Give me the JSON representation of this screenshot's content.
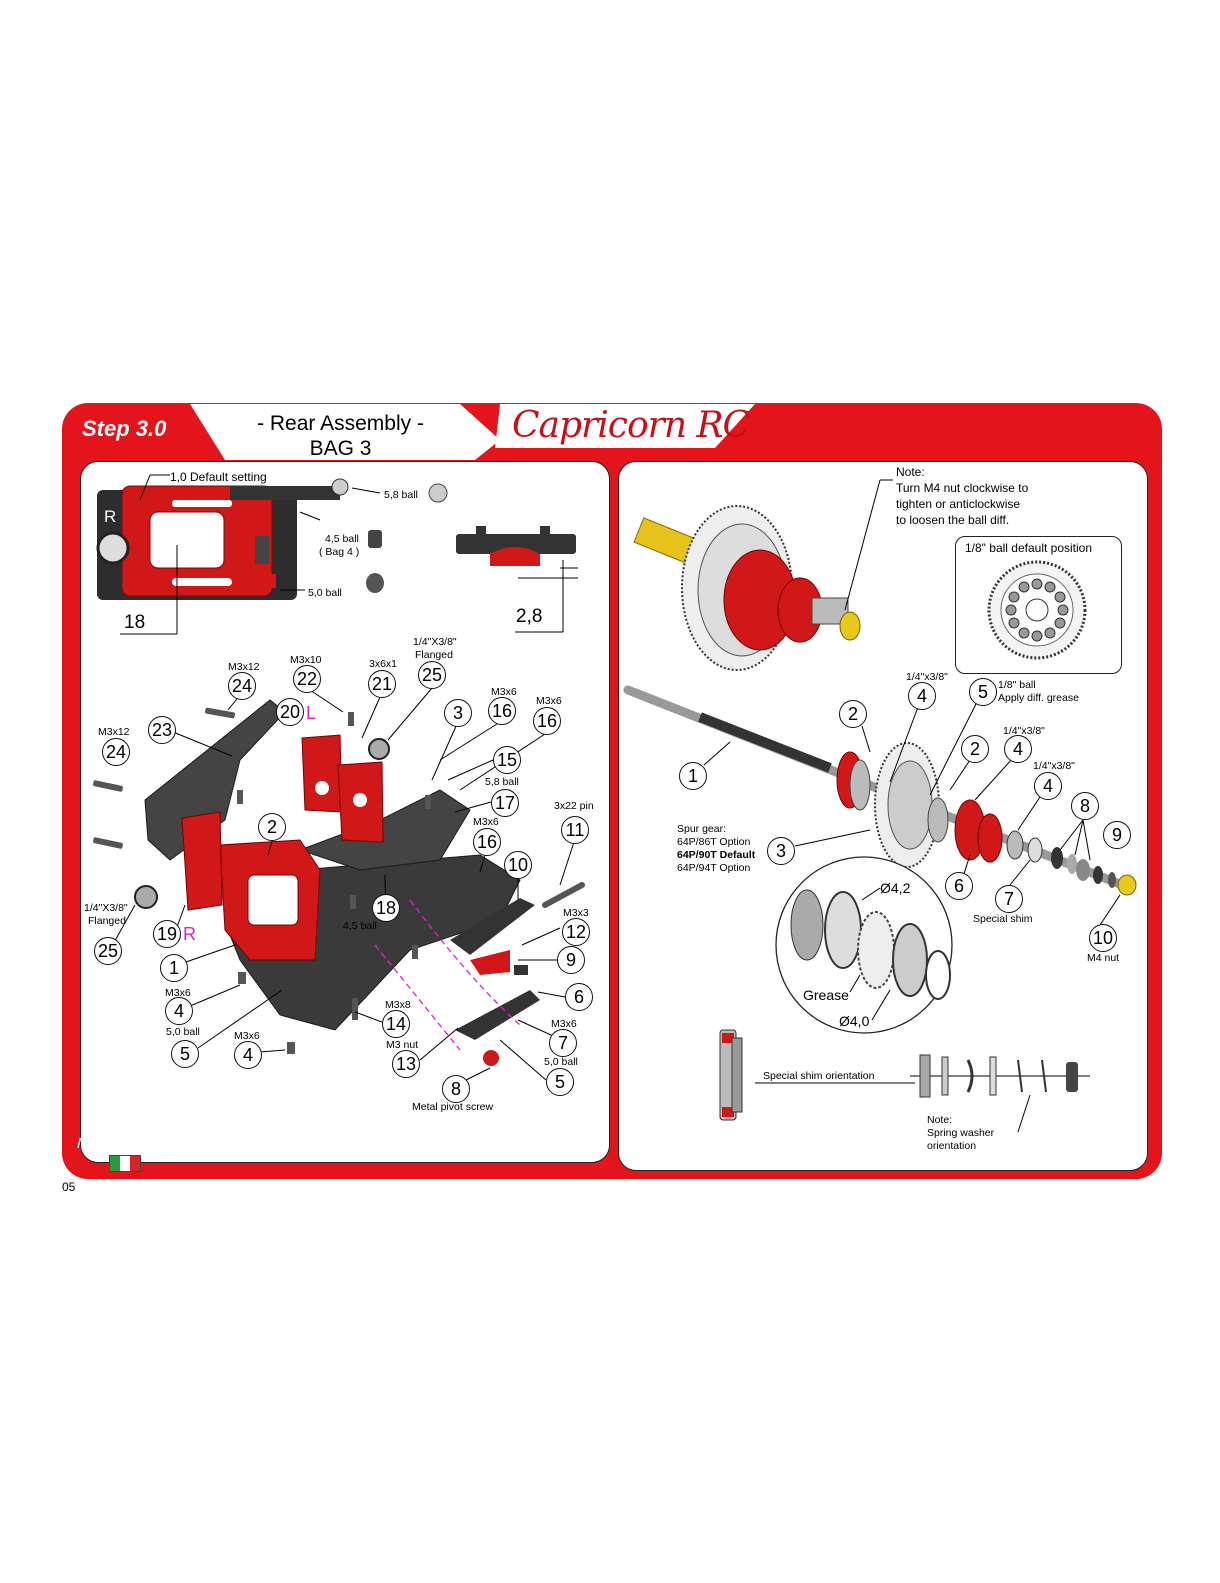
{
  "header": {
    "step": "Step 3.0",
    "title_line1": "- Rear Assembly -",
    "title_line2": "BAG 3",
    "brand": "Capricorn RC"
  },
  "footer": {
    "made_in": "Made in Italy",
    "page": "05",
    "flag_colors": [
      "#2a9b3a",
      "#ffffff",
      "#d8222a"
    ]
  },
  "left": {
    "default_setting": "1,0 Default setting",
    "r_letter": "R",
    "ball_58": "5,8 ball",
    "ball_45": "4,5 ball",
    "bag4": "( Bag 4 )",
    "ball_50": "5,0 ball",
    "dim_18": "18",
    "dim_28": "2,8",
    "labels": {
      "m3x12_a": "M3x12",
      "m3x10": "M3x10",
      "p3x6x1": "3x6x1",
      "flanged_a1": "1/4\"X3/8\"",
      "flanged_a2": "Flanged",
      "m3x12_b": "M3x12",
      "m3x6_a": "M3x6",
      "m3x6_b": "M3x6",
      "ball58b": "5,8 ball",
      "pin": "3x22 pin",
      "m3x6_c": "M3x6",
      "flanged_b1": "1/4\"X3/8\"",
      "flanged_b2": "Flanged",
      "ball45b": "4,5 ball",
      "m3x3": "M3x3",
      "m3x6_d": "M3x6",
      "ball50b": "5,0 ball",
      "m3x6_e": "M3x6",
      "m3x8": "M3x8",
      "m3nut": "M3 nut",
      "m3x6_f": "M3x6",
      "ball50c": "5,0 ball",
      "pivot": "Metal pivot screw",
      "L": "L",
      "R": "R"
    },
    "callouts": {
      "c24a": "24",
      "c22": "22",
      "c21": "21",
      "c25a": "25",
      "c20": "20",
      "c23": "23",
      "c24b": "24",
      "c3": "3",
      "c16a": "16",
      "c16b": "16",
      "c15": "15",
      "c17": "17",
      "c2": "2",
      "c16c": "16",
      "c11": "11",
      "c10": "10",
      "c18": "18",
      "c12": "12",
      "c25b": "25",
      "c19": "19",
      "c1": "1",
      "c9": "9",
      "c6": "6",
      "c4a": "4",
      "c14": "14",
      "c7": "7",
      "c5a": "5",
      "c4b": "4",
      "c13": "13",
      "c5b": "5",
      "c8": "8"
    }
  },
  "right": {
    "note_title": "Note:",
    "note_1": "Turn M4 nut clockwise to",
    "note_2": "tighten or anticlockwise",
    "note_3": "to loosen the ball diff.",
    "ball_default": "1/8\" ball default position",
    "flanged_a": "1/4\"x3/8\"",
    "ball18": "1/8\" ball",
    "grease_diff": "Apply diff. grease",
    "flanged_b": "1/4\"x3/8\"",
    "flanged_c": "1/4\"x3/8\"",
    "spur_title": "Spur gear:",
    "spur_1": "64P/86T  Option",
    "spur_2": "64P/90T  Default",
    "spur_3": "64P/94T  Option",
    "special_shim": "Special shim",
    "m4nut": "M4 nut",
    "d42": "Ø4,2",
    "grease": "Grease",
    "d40": "Ø4,0",
    "shim_orientation": "Special shim orientation",
    "note2_1": "Note:",
    "note2_2": "Spring washer",
    "note2_3": "orientation",
    "callouts": {
      "r4a": "4",
      "r5": "5",
      "r2a": "2",
      "r2b": "2",
      "r4b": "4",
      "r4c": "4",
      "r1": "1",
      "r8": "8",
      "r9": "9",
      "r3": "3",
      "r6": "6",
      "r7": "7",
      "r10": "10"
    }
  },
  "colors": {
    "frame_red": "#e3141b",
    "part_red": "#d01818",
    "carbon": "#3a3a3a",
    "highlight": "#e020c8"
  }
}
